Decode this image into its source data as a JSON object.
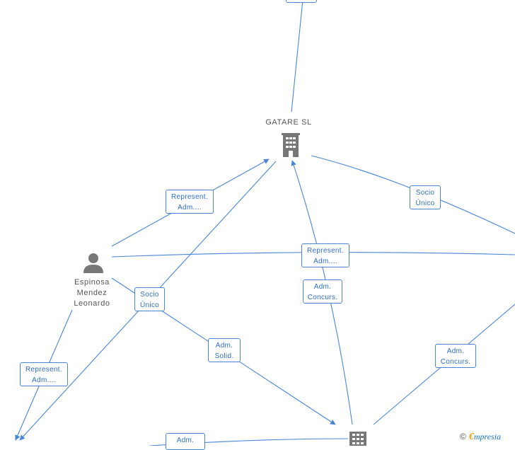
{
  "nodes": {
    "gatare": {
      "name": "GATARE SL",
      "icon": "building-icon"
    },
    "espinosa": {
      "name_lines": [
        "Espinosa",
        "Mendez",
        "Leonardo"
      ],
      "icon": "person-icon"
    },
    "bottom_company": {
      "icon": "building-icon"
    }
  },
  "edges": {
    "espinosa_gatare_represent": [
      "Represent.",
      "Adm...."
    ],
    "gatare_right_socio": [
      "Socio",
      "Único"
    ],
    "espinosa_right_represent": [
      "Represent.",
      "Adm...."
    ],
    "bottom_gatare_concurs": [
      "Adm.",
      "Concurs."
    ],
    "gatare_left_socio": [
      "Socio",
      "Único"
    ],
    "espinosa_bottom_solid": [
      "Adm.",
      "Solid."
    ],
    "right_bottom_concurs": [
      "Adm.",
      "Concurs."
    ],
    "espinosa_left_represent": [
      "Represent.",
      "Adm...."
    ],
    "bottom_left_adm": [
      "Adm."
    ]
  },
  "watermark": {
    "copyright": "©",
    "brand_initial": "€",
    "brand_rest": "mpresia"
  },
  "colors": {
    "edge": "#4a86d8",
    "label_text": "#2e6fc7",
    "node_icon": "#777777",
    "brand": "#1a73c8",
    "brand_accent": "#f39c12"
  }
}
